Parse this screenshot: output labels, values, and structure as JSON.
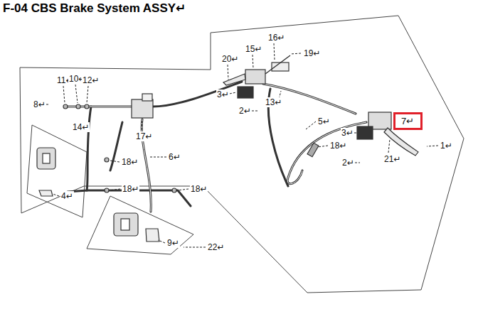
{
  "diagram": {
    "title": "F-04 CBS Brake System ASSY↵",
    "nodes": [
      {
        "text": [
          "7↵"
        ]
      }
    ],
    "labels": [
      "16↵",
      "15↵",
      "19↵",
      "20↵",
      "3↵",
      "2↵",
      "13↵",
      "5↵",
      "3↵",
      "18↵",
      "1↵",
      "2↵",
      "21↵",
      "11↵",
      "10↵",
      "12↵",
      "8↵",
      "14↵",
      "17↵",
      "18↵",
      "6↵",
      "4↵",
      "18↵",
      "18↵",
      "9↵",
      "22↵"
    ]
  }
}
